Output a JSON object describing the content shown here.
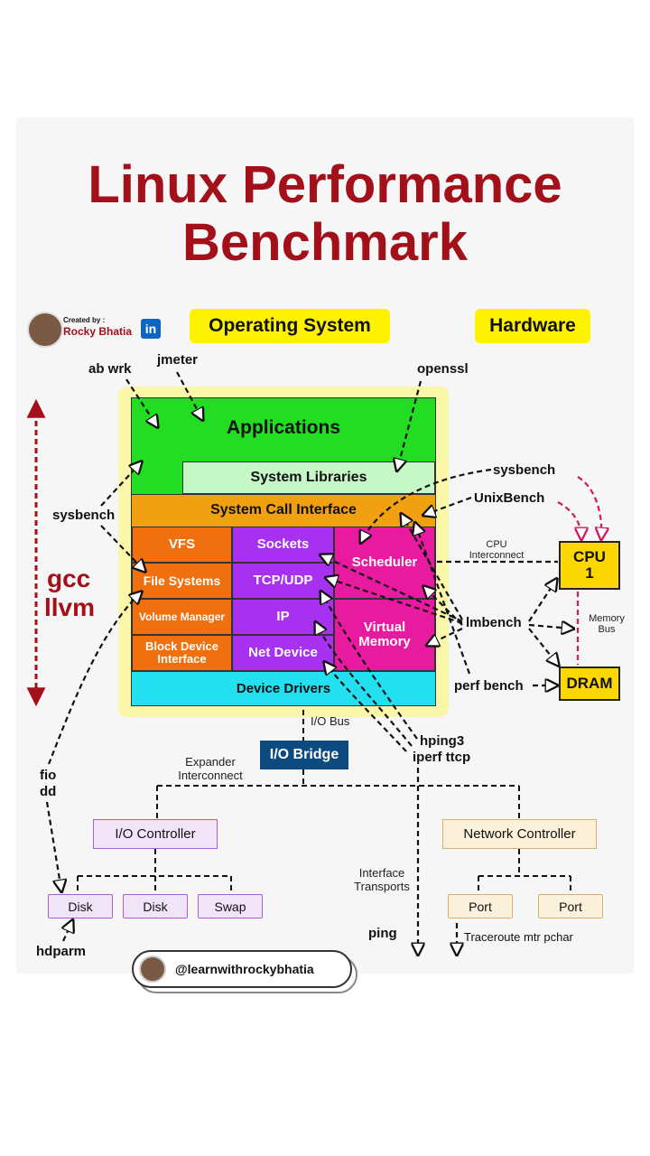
{
  "title": {
    "line1": "Linux Performance",
    "line2": "Benchmark"
  },
  "credit": {
    "prefix": "Created by :",
    "name": "Rocky Bhatia",
    "badge": "in"
  },
  "headers": {
    "os": "Operating System",
    "hardware": "Hardware"
  },
  "layers": {
    "applications": "Applications",
    "system_libraries": "System Libraries",
    "system_call_interface": "System Call Interface",
    "vfs": "VFS",
    "file_systems": "File Systems",
    "volume_manager": "Volume Manager",
    "block_device_interface": "Block Device Interface",
    "sockets": "Sockets",
    "tcp_udp": "TCP/UDP",
    "ip": "IP",
    "net_device": "Net Device",
    "scheduler": "Scheduler",
    "virtual_memory": "Virtual Memory",
    "device_drivers": "Device Drivers"
  },
  "tools": {
    "ab_wrk": "ab wrk",
    "jmeter": "jmeter",
    "openssl": "openssl",
    "sysbench_left": "sysbench",
    "sysbench_right": "sysbench",
    "unixbench": "UnixBench",
    "lmbench": "lmbench",
    "perf_bench": "perf bench",
    "hping3": "hping3",
    "iperf_ttcp": "iperf ttcp",
    "fio": "fio",
    "dd": "dd",
    "hdparm": "hdparm",
    "ping": "ping",
    "traceroute": "Traceroute mtr pchar",
    "compilers_1": "gcc",
    "compilers_2": "llvm"
  },
  "hardware": {
    "cpu": "CPU",
    "cpu_num": "1",
    "dram": "DRAM",
    "cpu_interconnect": "CPU Interconnect",
    "memory_bus": "Memory Bus",
    "io_bus": "I/O Bus",
    "io_bridge": "I/O Bridge",
    "expander_interconnect": "Expander Interconnect",
    "io_controller": "I/O Controller",
    "network_controller": "Network Controller",
    "interface_transports": "Interface Transports",
    "devices": [
      "Disk",
      "Disk",
      "Swap"
    ],
    "ports": [
      "Port",
      "Port"
    ]
  },
  "handle": "@learnwithrockybhatia",
  "colors": {
    "title": "#a3101a",
    "green": "#22dd22",
    "light_green": "#c6f7c6",
    "orange": "#f0a010",
    "dark_orange": "#f07010",
    "purple": "#a830f0",
    "magenta": "#e81aa0",
    "cyan": "#22e0f0",
    "yellow": "#fff200",
    "navy": "#0d4a80",
    "cpu_yellow": "#fdd800"
  }
}
